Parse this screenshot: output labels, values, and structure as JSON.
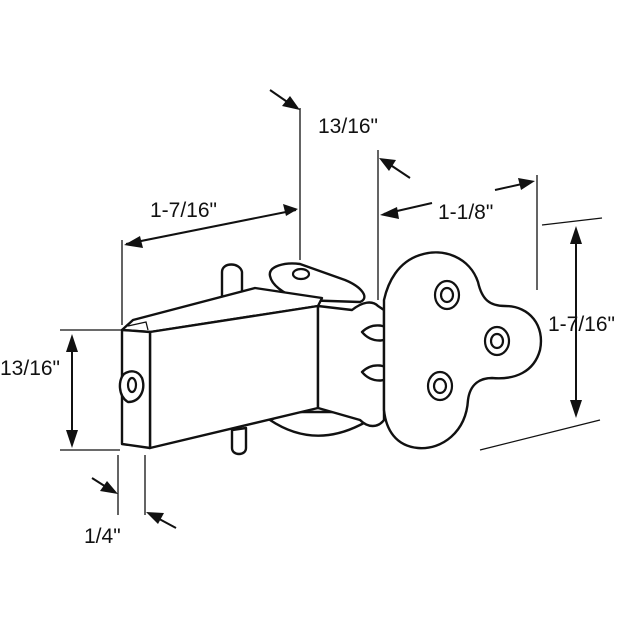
{
  "diagram": {
    "dimensions": {
      "top_gap": "13/16\"",
      "body_length": "1-7/16\"",
      "plate_width": "1-1/8\"",
      "plate_height": "1-7/16\"",
      "body_height": "13/16\"",
      "body_depth": "1/4\""
    },
    "colors": {
      "line": "#111111",
      "background": "#ffffff"
    }
  }
}
